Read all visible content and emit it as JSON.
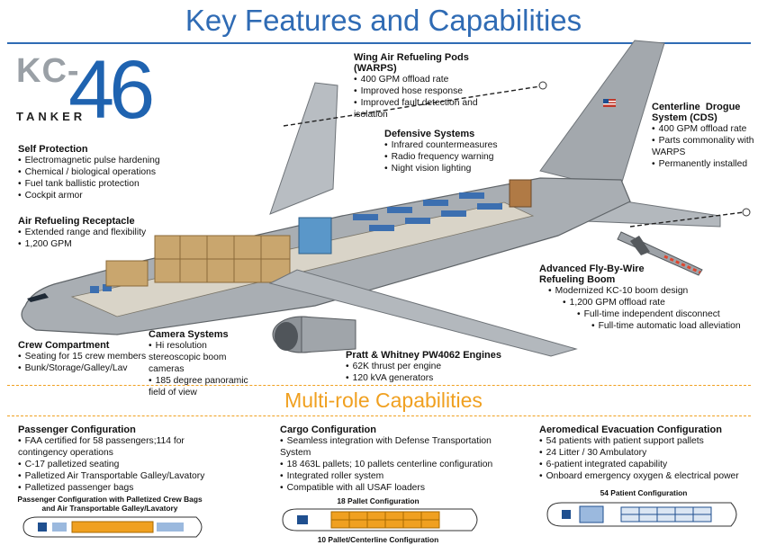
{
  "title": "Key Features and Capabilities",
  "logo": {
    "prefix": "KC-",
    "number": "46",
    "tagline": "TANKER"
  },
  "flag_icon": "us-flag-icon",
  "features": {
    "self_protection": {
      "heading": "Self Protection",
      "items": [
        "Electromagnetic pulse hardening",
        "Chemical / biological operations",
        "Fuel tank ballistic protection",
        "Cockpit armor"
      ]
    },
    "receptacle": {
      "heading": "Air Refueling Receptacle",
      "items": [
        "Extended range and flexibility",
        "1,200 GPM"
      ]
    },
    "crew": {
      "heading": "Crew Compartment",
      "items": [
        "Seating for 15 crew members",
        "Bunk/Storage/Galley/Lav"
      ]
    },
    "camera": {
      "heading": "Camera Systems",
      "items": [
        "Hi resolution stereoscopic boom cameras",
        "185 degree panoramic field of view"
      ]
    },
    "warps": {
      "heading": "Wing Air Refueling Pods (WARPS)",
      "items": [
        "400 GPM offload rate",
        "Improved hose response",
        "Improved fault detection and isolation"
      ]
    },
    "defensive": {
      "heading": "Defensive Systems",
      "items": [
        "Infrared countermeasures",
        "Radio frequency warning",
        "Night vision lighting"
      ]
    },
    "cds": {
      "heading_line1": "Centerline  Drogue",
      "heading_line2": "System (CDS)",
      "items": [
        "400 GPM offload rate",
        "Parts commonality with WARPS",
        "Permanently installed"
      ]
    },
    "boom": {
      "heading_line1": "Advanced Fly-By-Wire",
      "heading_line2": "Refueling Boom",
      "items": [
        "Modernized KC-10 boom design",
        "1,200 GPM offload rate",
        "Full-time independent disconnect",
        "Full-time automatic load alleviation"
      ]
    },
    "engines": {
      "heading": "Pratt & Whitney PW4062 Engines",
      "items": [
        "62K thrust per engine",
        "120 kVA generators"
      ]
    }
  },
  "multirole": {
    "title": "Multi-role Capabilities",
    "passenger": {
      "heading": "Passenger Configuration",
      "items": [
        "FAA certified for 58 passengers;114 for contingency operations",
        "C-17 palletized seating",
        "Palletized Air Transportable Galley/Lavatory",
        "Palletized passenger bags"
      ],
      "diagram_caption": "Passenger Configuration with Palletized Crew Bags and Air Transportable Galley/Lavatory"
    },
    "cargo": {
      "heading": "Cargo Configuration",
      "items": [
        "Seamless integration with Defense Transportation System",
        "18 463L pallets; 10 pallets centerline configuration",
        "Integrated roller system",
        "Compatible with all USAF loaders"
      ],
      "diagram_caption_top": "18 Pallet Configuration",
      "diagram_caption_bottom": "10 Pallet/Centerline Configuration"
    },
    "aeromed": {
      "heading": "Aeromedical Evacuation Configuration",
      "items": [
        "54 patients with patient support pallets",
        "24 Litter / 30 Ambulatory",
        "6-patient integrated capability",
        "Onboard emergency oxygen & electrical power"
      ],
      "diagram_caption": "54 Patient Configuration"
    }
  },
  "colors": {
    "title_blue": "#2f6bb4",
    "logo_blue": "#1f63b0",
    "accent_orange": "#f0a020",
    "fuselage_gray": "#a9aeb3"
  }
}
